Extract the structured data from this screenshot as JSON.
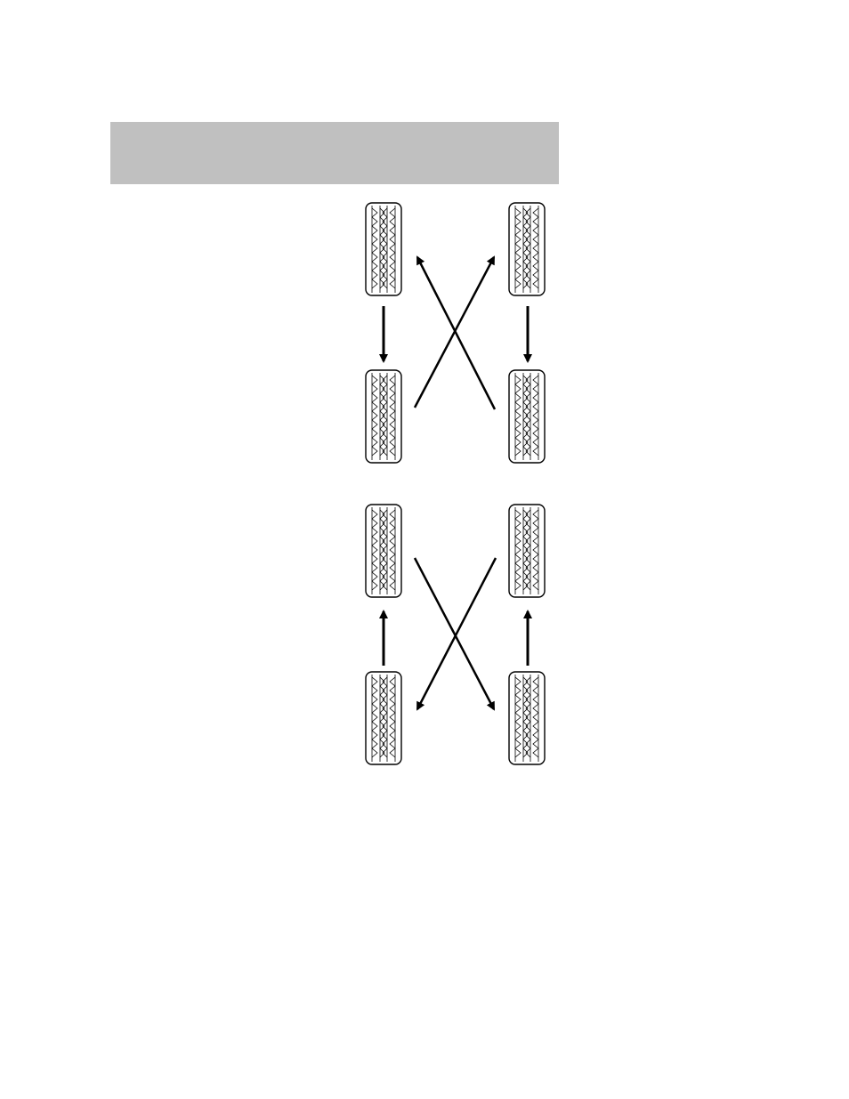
{
  "header": {
    "color": "#c0c0c0"
  },
  "diagrams": [
    {
      "name": "rotation-diagram-top",
      "tires": [
        "front-left",
        "front-right",
        "rear-left",
        "rear-right"
      ],
      "moves": [
        {
          "from": "front-left",
          "to": "rear-left"
        },
        {
          "from": "front-right",
          "to": "rear-right"
        },
        {
          "from": "rear-left",
          "to": "front-right"
        },
        {
          "from": "rear-right",
          "to": "front-left"
        }
      ]
    },
    {
      "name": "rotation-diagram-bottom",
      "tires": [
        "front-left",
        "front-right",
        "rear-left",
        "rear-right"
      ],
      "moves": [
        {
          "from": "rear-left",
          "to": "front-left"
        },
        {
          "from": "rear-right",
          "to": "front-right"
        },
        {
          "from": "front-left",
          "to": "rear-right"
        },
        {
          "from": "front-right",
          "to": "rear-left"
        }
      ]
    }
  ],
  "colors": {
    "ink": "#000000",
    "band": "#c0c0c0"
  }
}
